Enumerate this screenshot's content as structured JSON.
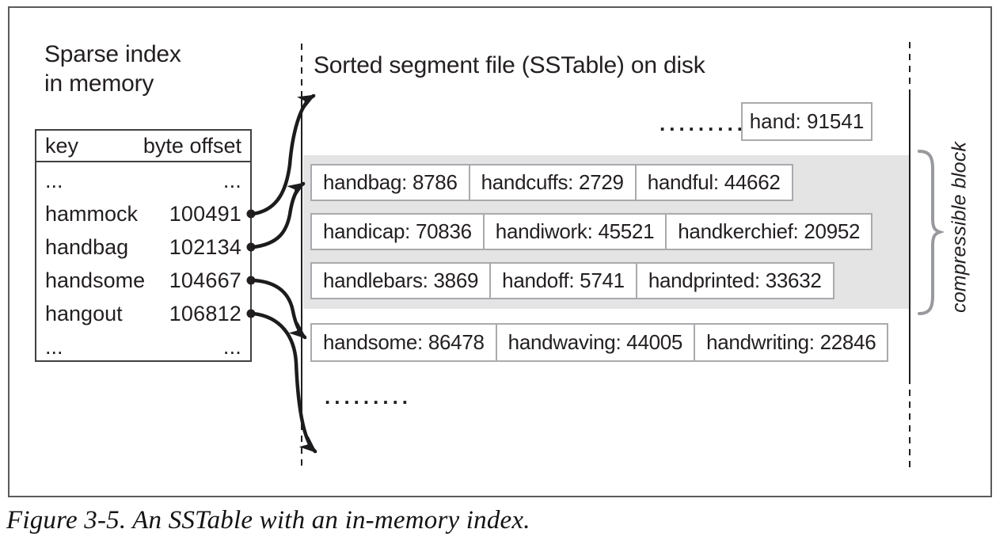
{
  "figure": {
    "caption": "Figure 3-5. An SSTable with an in-memory index."
  },
  "sparse_index": {
    "title": "Sparse index\nin memory",
    "columns": {
      "key": "key",
      "offset": "byte offset"
    },
    "rows": [
      {
        "key": "...",
        "offset": "..."
      },
      {
        "key": "hammock",
        "offset": "100491"
      },
      {
        "key": "handbag",
        "offset": "102134"
      },
      {
        "key": "handsome",
        "offset": "104667"
      },
      {
        "key": "hangout",
        "offset": "106812"
      },
      {
        "key": "...",
        "offset": "..."
      }
    ]
  },
  "sstable": {
    "title": "Sorted segment file (SSTable) on disk",
    "top_ellipsis": ".........",
    "top_entry": "hand: 91541",
    "rows": [
      [
        "handbag: 8786",
        "handcuffs: 2729",
        "handful: 44662"
      ],
      [
        "handicap: 70836",
        "handiwork: 45521",
        "handkerchief: 20952"
      ],
      [
        "handlebars: 3869",
        "handoff: 5741",
        "handprinted: 33632"
      ],
      [
        "handsome: 86478",
        "handwaving: 44005",
        "handwriting: 22846"
      ]
    ],
    "bottom_ellipsis": ".........",
    "brace_label": "compressible block"
  },
  "colors": {
    "text": "#231f20",
    "block_bg": "#e4e4e5",
    "box_border": "#a8aaad",
    "brace": "#97999c",
    "frame_border": "#595a5c"
  }
}
